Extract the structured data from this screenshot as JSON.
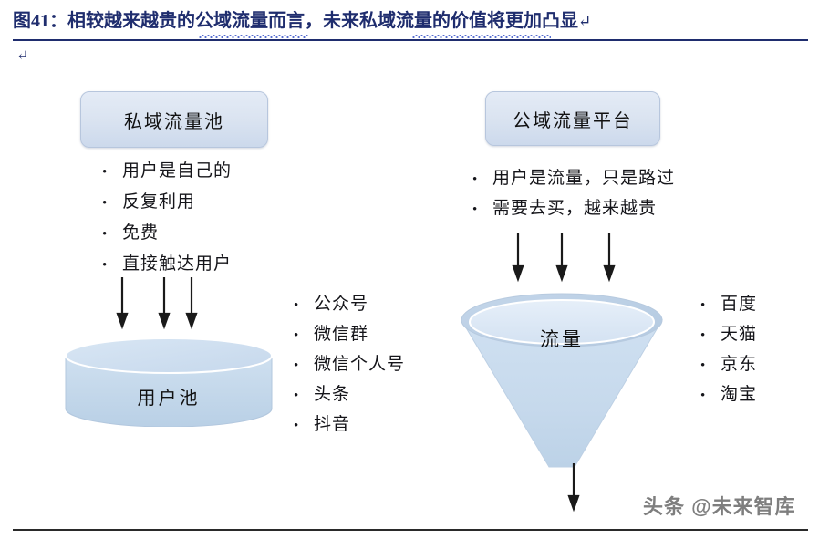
{
  "document": {
    "title_prefix": "图41：",
    "title_text": "相较越来越贵的公域流量而言，未来私域流量的价值将更加凸显",
    "title_full": "图41：相较越来越贵的公域流量而言，未来私域流量的价值将更加凸显",
    "paragraph_mark": "↵",
    "title_end_mark": "↵",
    "title_color": "#1f2d6e",
    "spellcheck_underline_color": "#3a55c8"
  },
  "diagram": {
    "accent_fill": "#d6e3f2",
    "accent_border": "#b7c6dd",
    "arrow_color": "#1a1a1a",
    "private": {
      "header": "私域流量池",
      "bullets": [
        "用户是自己的",
        "反复利用",
        "免费",
        "直接触达用户"
      ],
      "pool_label": "用户池",
      "pool_shape": "cylinder",
      "inflow_arrows": 3
    },
    "public": {
      "header": "公域流量平台",
      "bullets": [
        "用户是流量，只是路过",
        "需要去买，越来越贵"
      ],
      "funnel_label": "流量",
      "funnel_shape": "funnel",
      "inflow_arrows": 3,
      "outflow_arrows": 1
    },
    "channels": {
      "items": [
        "公众号",
        "微信群",
        "微信个人号",
        "头条",
        "抖音"
      ]
    },
    "platforms": {
      "items": [
        "百度",
        "天猫",
        "京东",
        "淘宝"
      ]
    },
    "bullet_glyph": "•"
  },
  "watermark": {
    "text": "头条 @未来智库"
  }
}
